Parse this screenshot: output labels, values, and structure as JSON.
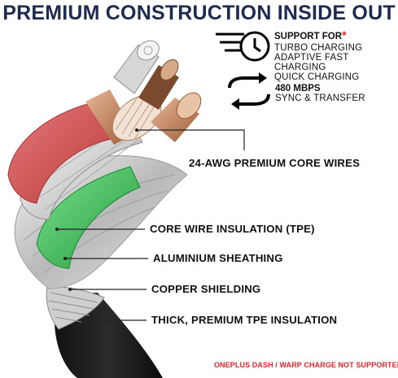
{
  "header": {
    "title": "PREMIUM CONSTRUCTION INSIDE OUT"
  },
  "features": {
    "charging": {
      "title": "SUPPORT FOR",
      "mark": "*",
      "lines": [
        "TURBO CHARGING",
        "ADAPTIVE FAST CHARGING",
        "QUICK CHARGING"
      ]
    },
    "sync": {
      "title": "480 MBPS",
      "lines": [
        "SYNC & TRANSFER"
      ]
    }
  },
  "callouts": [
    {
      "label": "24-AWG PREMIUM CORE WIRES"
    },
    {
      "label": "CORE WIRE INSULATION (TPE)"
    },
    {
      "label": "ALUMINIUM SHEATHING"
    },
    {
      "label": "COPPER SHIELDING"
    },
    {
      "label": "THICK, PREMIUM TPE INSULATION"
    }
  ],
  "footer": {
    "note": "ONEPLUS DASH / WARP CHARGE NOT SUPPORTED"
  },
  "icons": [
    "fast-charge-clock-icon",
    "sync-arrows-icon"
  ],
  "colors": {
    "title": "#1f2a4f",
    "accent": "#e0242a",
    "text": "#111111"
  }
}
